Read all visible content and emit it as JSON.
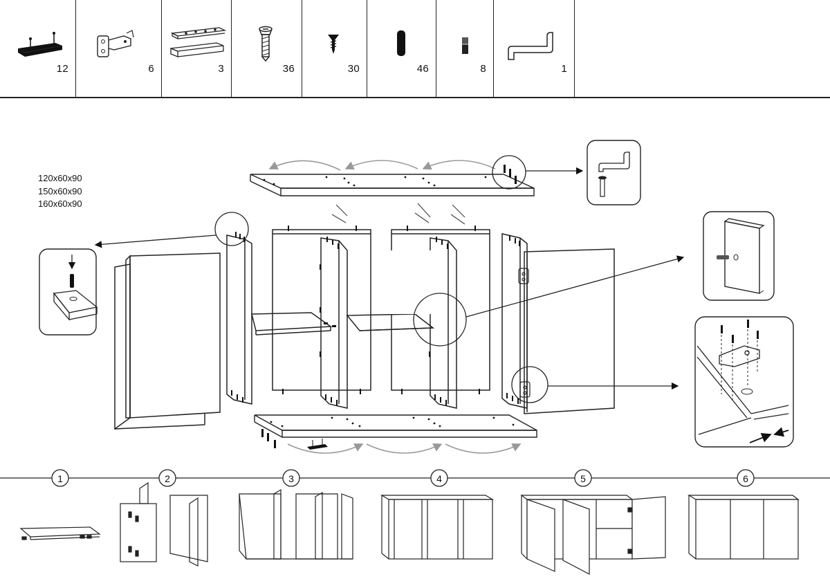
{
  "hardware": [
    {
      "name": "dowel-plate",
      "count": "12"
    },
    {
      "name": "hinge",
      "count": "6"
    },
    {
      "name": "connector-bar",
      "count": "3"
    },
    {
      "name": "long-screw",
      "count": "36"
    },
    {
      "name": "short-screw",
      "count": "30"
    },
    {
      "name": "wooden-dowel",
      "count": "46"
    },
    {
      "name": "cam-bolt",
      "count": "8"
    },
    {
      "name": "allen-key",
      "count": "1"
    }
  ],
  "sizes": [
    "120x60x90",
    "150x60x90",
    "160x60x90"
  ],
  "steps": [
    "1",
    "2",
    "3",
    "4",
    "5",
    "6"
  ]
}
